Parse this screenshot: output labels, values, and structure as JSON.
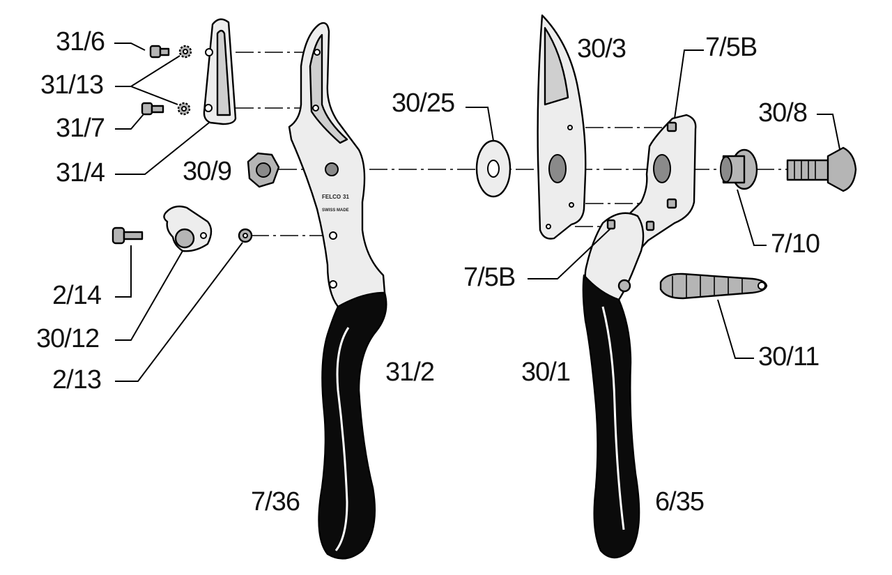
{
  "diagram": {
    "parts": {
      "p31_6": "31/6",
      "p31_13": "31/13",
      "p31_7": "31/7",
      "p31_4": "31/4",
      "p30_9": "30/9",
      "p2_14": "2/14",
      "p30_12": "30/12",
      "p2_13": "2/13",
      "p31_2": "31/2",
      "p7_36": "7/36",
      "p30_25": "30/25",
      "p30_3": "30/3",
      "p7_5b_top": "7/5B",
      "p30_8": "30/8",
      "p7_10": "7/10",
      "p7_5b_mid": "7/5B",
      "p30_11": "30/11",
      "p30_1": "30/1",
      "p6_35": "6/35"
    },
    "stamp": {
      "brand": "FELCO",
      "model": "31",
      "origin": "SWISS MADE"
    }
  },
  "colors": {
    "outline": "#000000",
    "metal": "#ededed",
    "grip": "#0b0b0b"
  },
  "icons": [
    "screw-icon",
    "washer-icon",
    "nut-icon",
    "blade-icon",
    "handle-icon",
    "spring-icon",
    "bolt-icon"
  ]
}
